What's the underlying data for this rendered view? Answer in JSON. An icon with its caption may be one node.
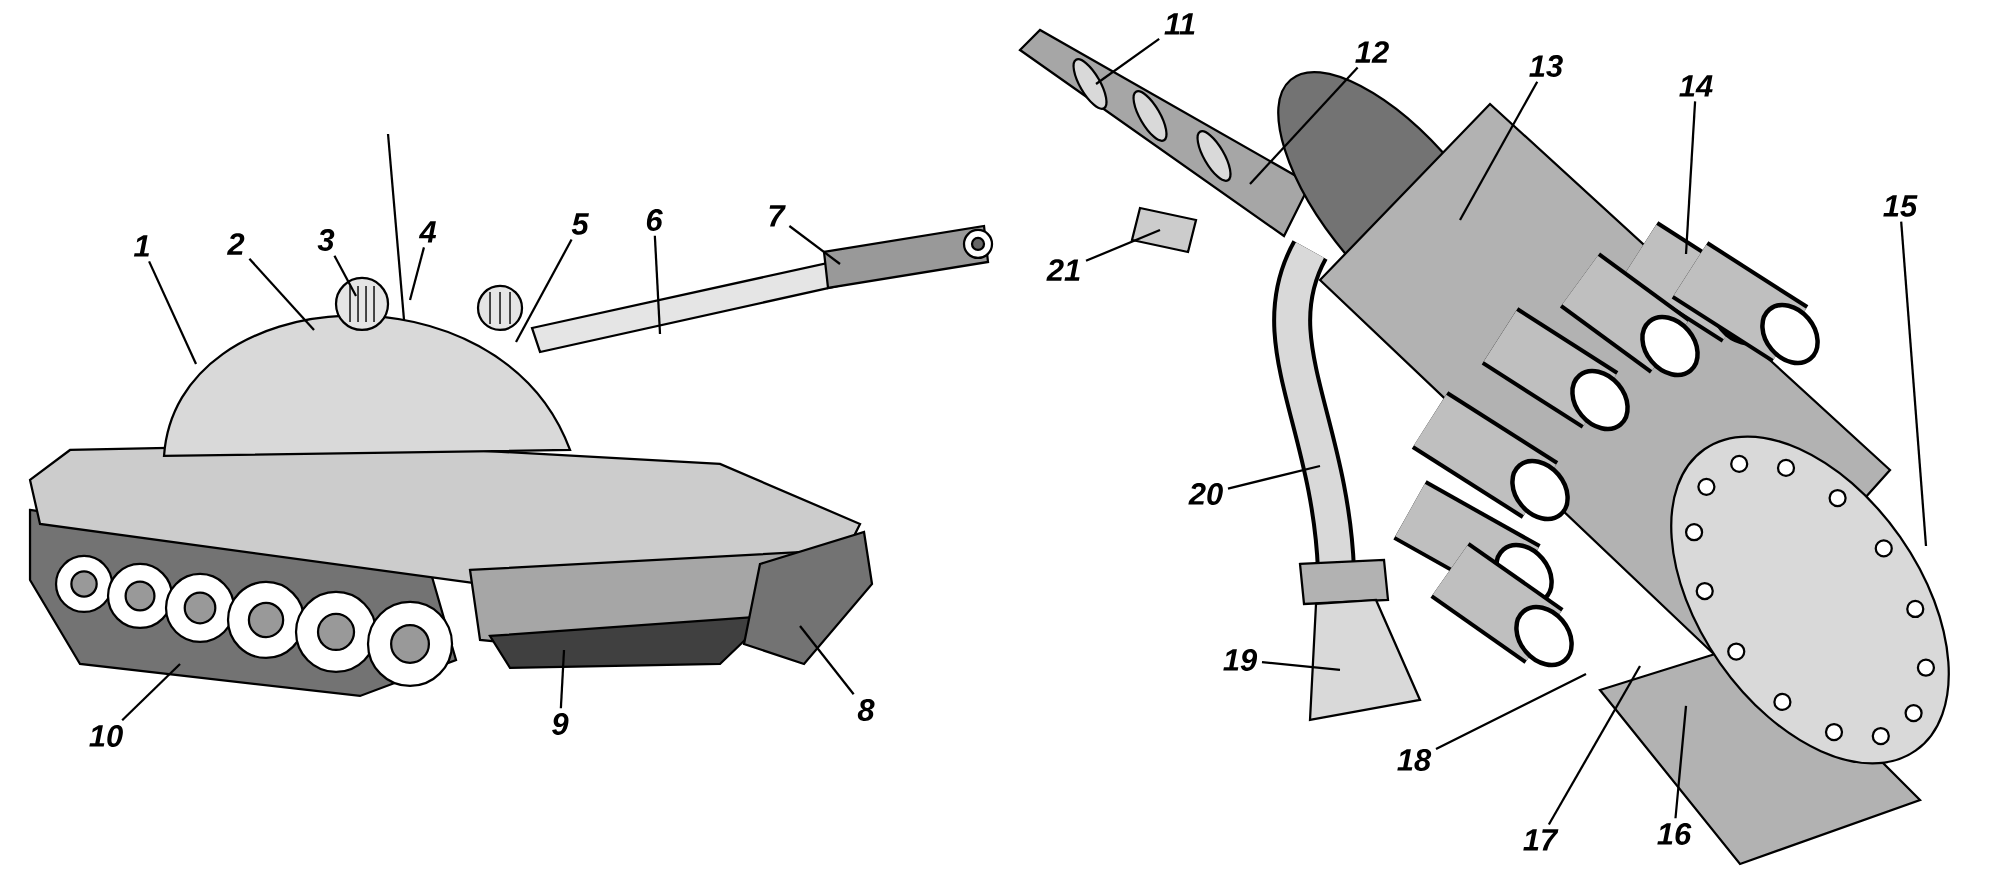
{
  "diagram": {
    "nodes": [
      {
        "text": [
          "1"
        ]
      },
      {
        "text": [
          "2"
        ]
      },
      {
        "text": [
          "3"
        ]
      },
      {
        "text": [
          "4"
        ]
      },
      {
        "text": [
          "5"
        ]
      },
      {
        "text": [
          "6"
        ]
      },
      {
        "text": [
          "7"
        ]
      },
      {
        "text": [
          "8"
        ]
      },
      {
        "text": [
          "9"
        ]
      },
      {
        "text": [
          "10"
        ]
      },
      {
        "text": [
          "11"
        ]
      },
      {
        "text": [
          "12"
        ]
      },
      {
        "text": [
          "13"
        ]
      },
      {
        "text": [
          "14"
        ]
      },
      {
        "text": [
          "15"
        ]
      },
      {
        "text": [
          "16"
        ]
      },
      {
        "text": [
          "17"
        ]
      },
      {
        "text": [
          "18"
        ]
      },
      {
        "text": [
          "19"
        ]
      },
      {
        "text": [
          "20"
        ]
      },
      {
        "text": [
          "21"
        ]
      }
    ],
    "edges": [
      {
        "from": 0,
        "to": null,
        "arrow": "none"
      },
      {
        "from": 1,
        "to": null,
        "arrow": "none"
      },
      {
        "from": 2,
        "to": null,
        "arrow": "none"
      },
      {
        "from": 3,
        "to": null,
        "arrow": "none"
      },
      {
        "from": 4,
        "to": null,
        "arrow": "none"
      },
      {
        "from": 5,
        "to": null,
        "arrow": "none"
      },
      {
        "from": 6,
        "to": null,
        "arrow": "none"
      },
      {
        "from": 7,
        "to": null,
        "arrow": "none"
      },
      {
        "from": 8,
        "to": null,
        "arrow": "none"
      },
      {
        "from": 9,
        "to": null,
        "arrow": "none"
      },
      {
        "from": 10,
        "to": null,
        "arrow": "none"
      },
      {
        "from": 11,
        "to": null,
        "arrow": "none"
      },
      {
        "from": 12,
        "to": null,
        "arrow": "none"
      },
      {
        "from": 13,
        "to": null,
        "arrow": "none"
      },
      {
        "from": 14,
        "to": null,
        "arrow": "none"
      },
      {
        "from": 15,
        "to": null,
        "arrow": "none"
      },
      {
        "from": 16,
        "to": null,
        "arrow": "none"
      },
      {
        "from": 17,
        "to": null,
        "arrow": "none"
      },
      {
        "from": 18,
        "to": null,
        "arrow": "none"
      },
      {
        "from": 19,
        "to": null,
        "arrow": "none"
      },
      {
        "from": 20,
        "to": null,
        "arrow": "none"
      }
    ]
  }
}
